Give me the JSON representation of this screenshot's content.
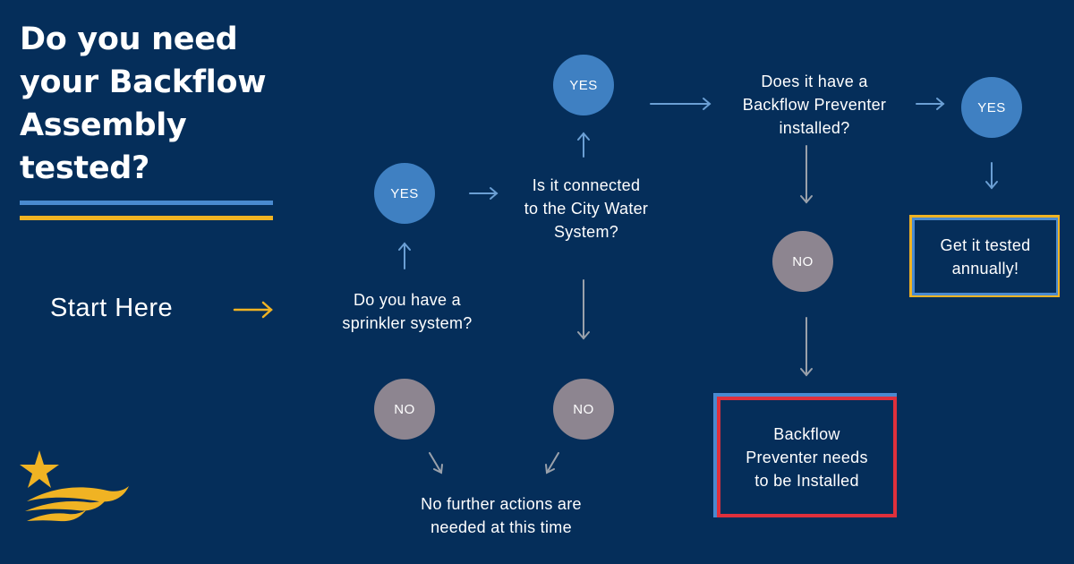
{
  "title": {
    "lines": [
      "Do you need",
      "your Backflow",
      "Assembly",
      "tested?"
    ]
  },
  "start_label": "Start Here",
  "questions": {
    "sprinkler": [
      "Do you have a",
      "sprinkler system?"
    ],
    "city_water": [
      "Is it connected",
      "to the City Water",
      "System?"
    ],
    "preventer": [
      "Does it have a",
      "Backflow Preventer",
      "installed?"
    ]
  },
  "answers": {
    "yes": "YES",
    "no": "NO"
  },
  "outcomes": {
    "no_action": [
      "No further actions are",
      "needed at this time"
    ],
    "get_tested": [
      "Get it tested",
      "annually!"
    ],
    "install": [
      "Backflow",
      "Preventer needs",
      "to be Installed"
    ]
  },
  "colors": {
    "background": "#052e5a",
    "yes_circle": "#3f80c2",
    "no_circle": "#8d8590",
    "accent_yellow": "#f0b323",
    "accent_blue": "#4a8ad0",
    "accent_red": "#e0303c",
    "arrow_blue": "#6b9fd4",
    "arrow_gray": "#9aa1ab"
  },
  "icons": {
    "logo": "star-swoosh-logo"
  }
}
